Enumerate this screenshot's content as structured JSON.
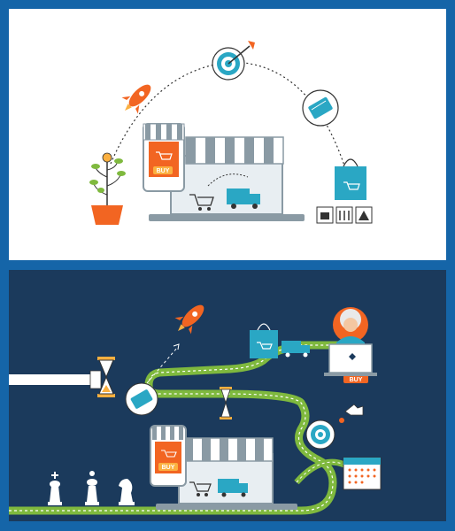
{
  "top_scene": {
    "phone_button_label": "BUY"
  },
  "bottom_scene": {
    "phone_button_label": "BUY",
    "laptop_button_label": "BUY"
  },
  "colors": {
    "frame_blue": "#1565a8",
    "top_background": "#ffffff",
    "bottom_background": "#1b3a5c",
    "accent_orange": "#f26522",
    "accent_teal": "#2aa7c4",
    "road_green": "#7fb93e",
    "awning_gray": "#8a9aa4"
  },
  "icons": [
    "rocket-icon",
    "target-icon",
    "credit-card-icon",
    "shopping-bag-icon",
    "money-tree-icon",
    "shop-awning-icon",
    "laptop-icon",
    "smartphone-icon",
    "delivery-truck-icon",
    "shopping-cart-icon",
    "hourglass-icon",
    "chess-king-icon",
    "chess-queen-icon",
    "chess-knight-icon",
    "calendar-icon",
    "businesswoman-avatar-icon",
    "handshake-icon",
    "thumbs-up-icon"
  ]
}
